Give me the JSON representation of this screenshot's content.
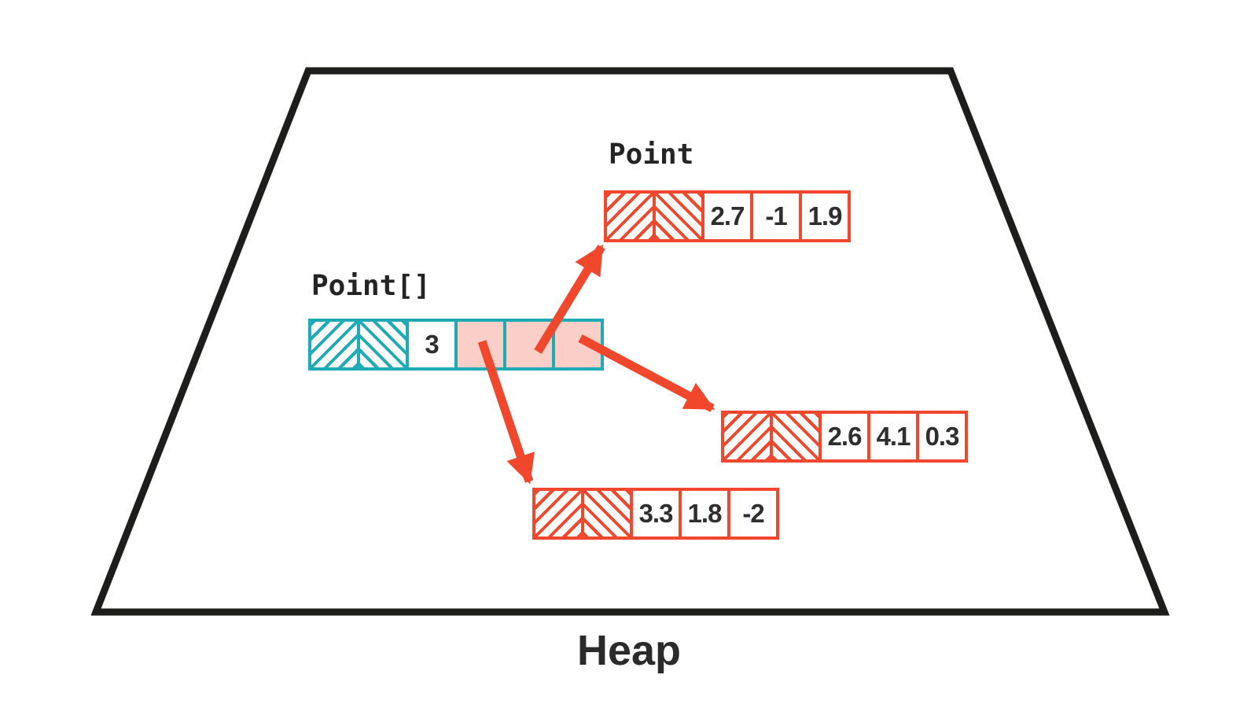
{
  "heap_label": "Heap",
  "point_type_label": "Point",
  "array": {
    "type_label": "Point[]",
    "length": "3",
    "header_cells": 2,
    "reference_cells": 3
  },
  "points": [
    {
      "name": "point-top",
      "values": [
        "2.7",
        "-1",
        "1.9"
      ]
    },
    {
      "name": "point-right",
      "values": [
        "2.6",
        "4.1",
        "0.3"
      ]
    },
    {
      "name": "point-bottom",
      "values": [
        "3.3",
        "1.8",
        "-2"
      ]
    }
  ],
  "colors": {
    "array_accent": "#1fabb5",
    "object_accent": "#f0472d",
    "reference_fill": "#f9cfc7",
    "heap_outline": "#1d1d1b",
    "value_text": "#2e2e2e"
  }
}
